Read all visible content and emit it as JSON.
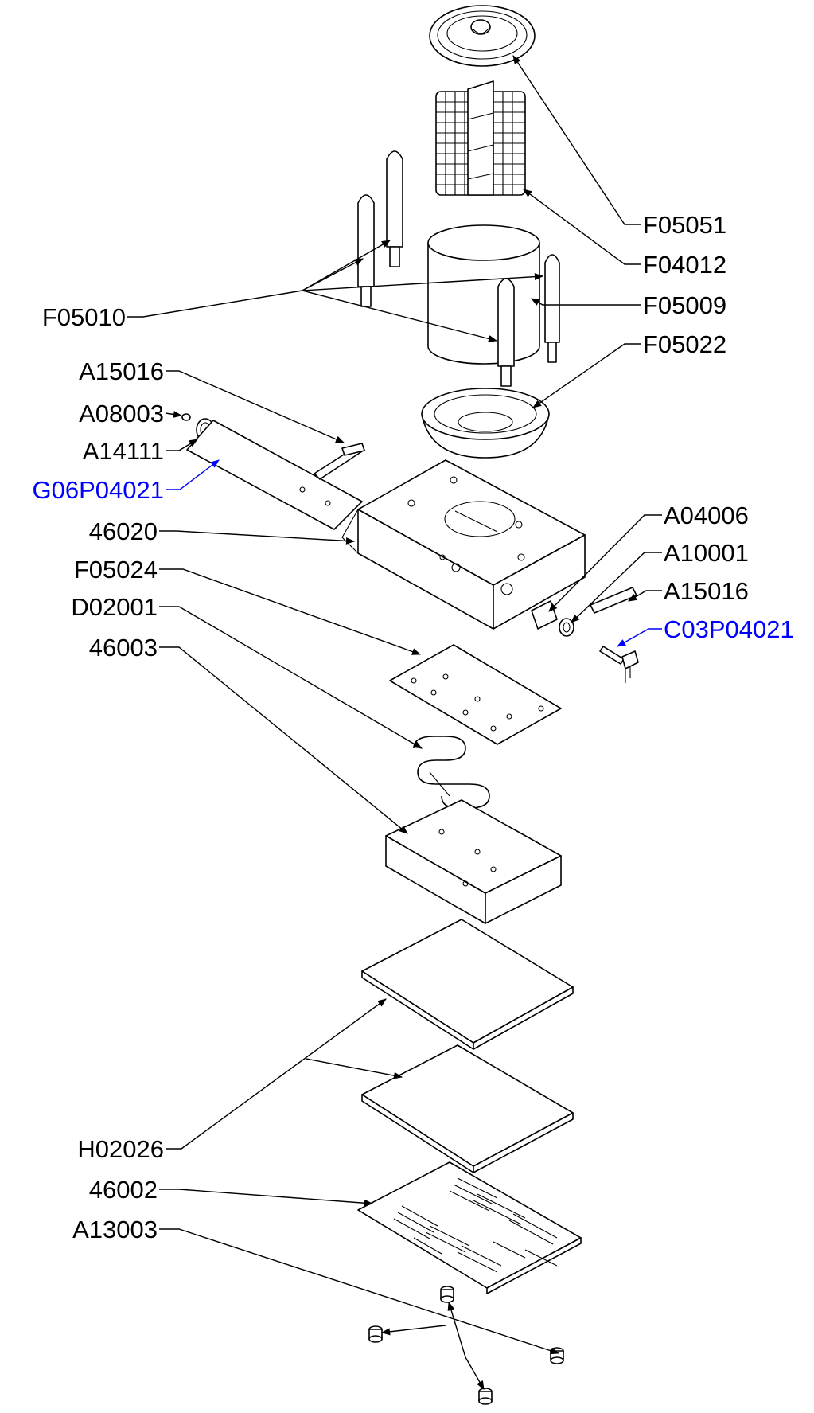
{
  "colors": {
    "line": "#000000",
    "highlight": "#0000ff",
    "background": "#ffffff"
  },
  "labels": {
    "F05051": "F05051",
    "F04012": "F04012",
    "F05010": "F05010",
    "F05009": "F05009",
    "F05022": "F05022",
    "A15016_left": "A15016",
    "A08003": "A08003",
    "A14111": "A14111",
    "G06P04021": "G06P04021",
    "n46020": "46020",
    "F05024": "F05024",
    "D02001": "D02001",
    "n46003": "46003",
    "A04006": "A04006",
    "A10001": "A10001",
    "A15016_right": "A15016",
    "C03P04021": "C03P04021",
    "H02026": "H02026",
    "n46002": "46002",
    "A13003": "A13003"
  }
}
